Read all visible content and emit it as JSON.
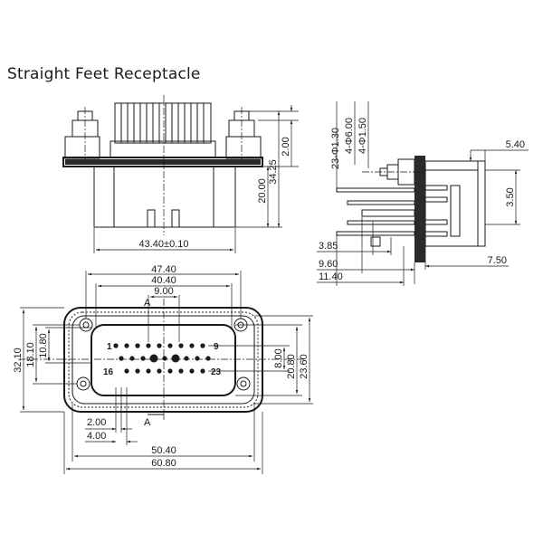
{
  "title": "Straight Feet Receptacle",
  "front_view": {
    "dims": {
      "width": "43.40±0.10",
      "flange_top": "2.00",
      "height": "34.25",
      "body_height": "20.00"
    }
  },
  "side_view": {
    "dims": {
      "d1": "23-Φ1.30",
      "d2": "4-Φ6.00",
      "d3": "4-Φ1.50",
      "d4": "5.40",
      "d5": "3.50",
      "d6": "3.85",
      "d7": "9.60",
      "d8": "11.40",
      "d9": "7.50"
    }
  },
  "bottom_view": {
    "dims": {
      "w1": "47.40",
      "w2": "40.40",
      "w3": "9.00",
      "h1": "32.10",
      "h2": "18.10",
      "h3": "10.80",
      "h4": "8.00",
      "h5": "20.80",
      "h6": "23.60",
      "p1": "2.00",
      "p2": "4.00",
      "w4": "50.40",
      "w5": "60.80"
    },
    "labels": {
      "section_top": "A",
      "section_bottom": "A",
      "pin_1": "1",
      "pin_9": "9",
      "pin_16": "16",
      "pin_23": "23"
    }
  }
}
